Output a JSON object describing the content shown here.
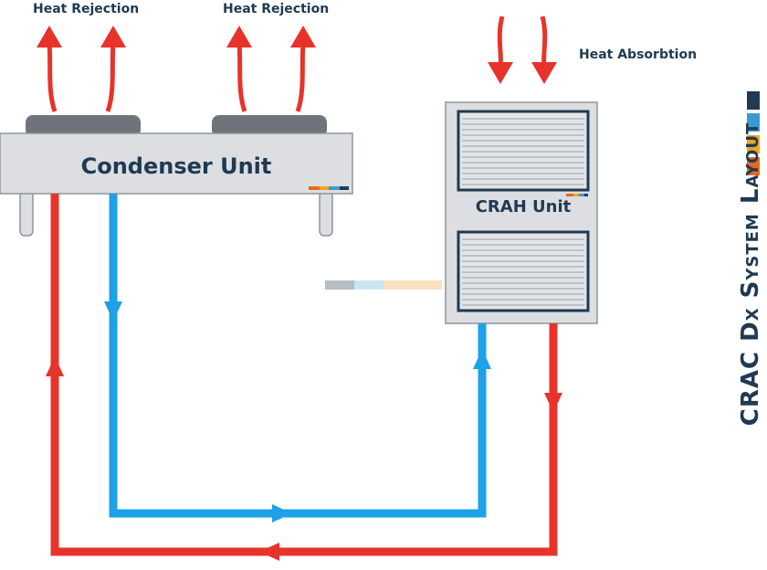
{
  "labels": {
    "heat_rejection_left": "Heat Rejection",
    "heat_rejection_right": "Heat Rejection",
    "heat_absorption": "Heat Absorbtion",
    "condenser": "Condenser Unit",
    "crah": "CRAH Unit",
    "side_title": "CRAC Dx System Layout"
  },
  "colors": {
    "hot_line": "#e8332a",
    "cold_line": "#1da1e8",
    "unit_fill": "#dcdee1",
    "unit_stroke": "#8f959c",
    "fan_fill": "#6f747a",
    "text": "#1f3a52",
    "accent_navy": "#1f3a52",
    "accent_blue": "#3a9bd1",
    "accent_orange": "#f3a51b",
    "accent_orange2": "#e56a1c"
  },
  "arrows": {
    "hot_direction": "heat rejection upward",
    "absorption_direction": "downward"
  }
}
